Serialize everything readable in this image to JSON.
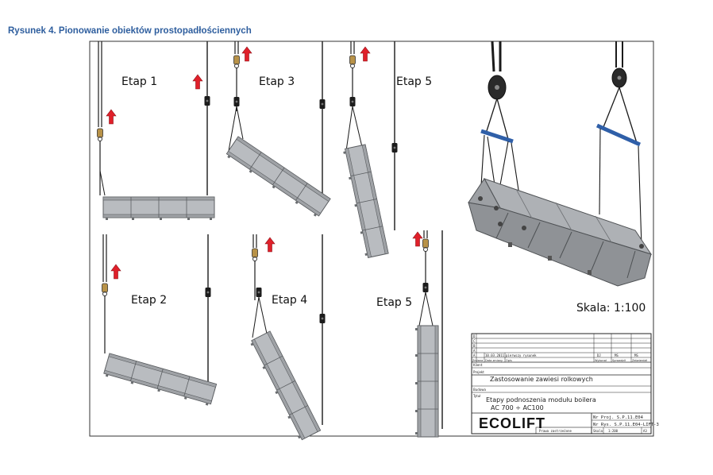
{
  "figure": {
    "caption": "Rysunek 4. Pionowanie obiektów prostopadłościennych"
  },
  "stages": [
    {
      "id": "etap1",
      "label": "Etap 1"
    },
    {
      "id": "etap2",
      "label": "Etap 2"
    },
    {
      "id": "etap3",
      "label": "Etap 3"
    },
    {
      "id": "etap4",
      "label": "Etap 4"
    },
    {
      "id": "etap5a",
      "label": "Etap 5"
    },
    {
      "id": "etap5b",
      "label": "Etap 5"
    }
  ],
  "scale_label": "Skala: 1:100",
  "title_block": {
    "rev_letters": [
      "D",
      "C",
      "B",
      "A"
    ],
    "rev_row": {
      "rev": "A",
      "date": "10.03.2011",
      "desc": "pierwszy rysunek",
      "sign1": "DJ",
      "sign2": "MS",
      "sign3": "MS"
    },
    "rev_header": [
      "Zmiana",
      "Data zmiany",
      "Opis",
      "Wykonał",
      "Sprawdził",
      "Zatwierdził"
    ],
    "klient_label": "Klient",
    "projekt_label": "Projekt",
    "projekt_value": "Zastosowanie zawiesi rolkowych",
    "budowa_label": "Budowa",
    "tytul_label": "Tytuł",
    "tytul_line1": "Etapy podnoszenia modułu boilera",
    "tytul_line2": "AC 700 ÷ AC100",
    "brand": "ECOLIFT",
    "rights": "Prawa zastrzeżone",
    "nr_proj": "Nr Proj. S.P.11.E04",
    "nr_rys": "Nr Rys. S.P.11.E04-LIFT-3",
    "skala_label": "Skala",
    "skala_value": "1:200",
    "format": "A3"
  },
  "colors": {
    "caption": "#2e5e9e",
    "arrow": "#e0202a",
    "beam_fill": "#b9bcc0",
    "beam_stroke": "#5a5d60",
    "spreader": "#2f5fa8",
    "cable": "#1a1a1a"
  }
}
